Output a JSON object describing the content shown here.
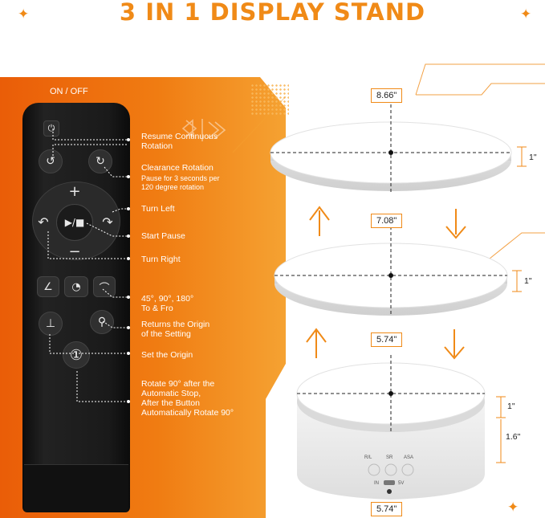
{
  "title": "3 IN 1 DISPLAY STAND",
  "colors": {
    "accent": "#f08a17",
    "panel": "#ee6f0d",
    "remote": "#1a1a1a",
    "disc": "#ffffff"
  },
  "remote": {
    "power_label": "ON / OFF",
    "labels": [
      {
        "text": "Resume Continuous\nRotation"
      },
      {
        "text": "Clearance Rotation"
      },
      {
        "text": "Pause for 3 seconds per\n120 degree rotation"
      },
      {
        "text": "Turn Left"
      },
      {
        "text": "Start Pause"
      },
      {
        "text": "Turn Right"
      },
      {
        "text": "45°, 90°, 180°\nTo & Fro"
      },
      {
        "text": "Returns the Origin\nof the Setting"
      },
      {
        "text": "Set the Origin"
      },
      {
        "text": "Rotate 90° after the\nAutomatic Stop,\nAfter the Button\nAutomatically Rotate 90°"
      }
    ],
    "buttons": {
      "plus": "+",
      "minus": "−",
      "play_pause": "▶/■",
      "origin": "⊥",
      "big": "①"
    }
  },
  "dimensions": {
    "top_diameter": "8.66\"",
    "top_height": "1\"",
    "middle_diameter": "7.08\"",
    "middle_height": "1\"",
    "bottom_top_diameter": "5.74\"",
    "bottom_disc_height": "1\"",
    "bottom_total_height": "1.6\"",
    "bottom_diameter": "5.74\""
  },
  "base_panel": {
    "labels": [
      "R/L",
      "SR",
      "ASA"
    ],
    "port_in": "IN",
    "port_5v": "5V"
  }
}
